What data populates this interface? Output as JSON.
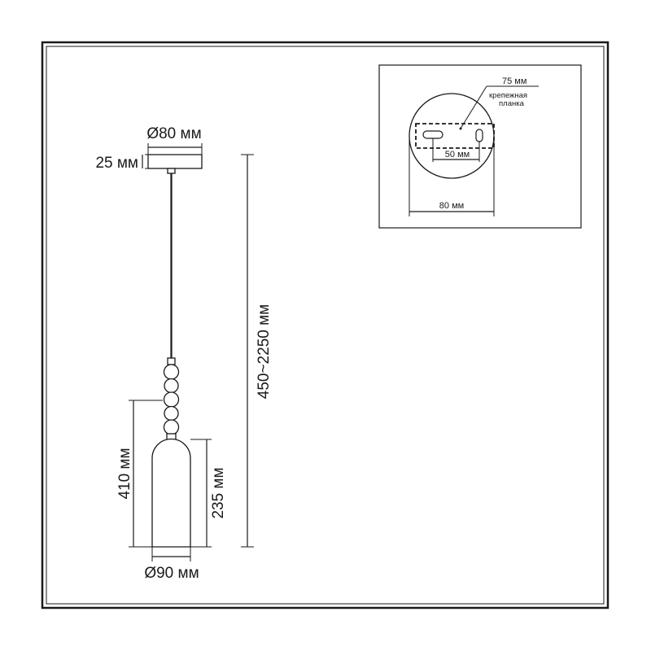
{
  "main_drawing": {
    "canopy_diameter": "Ø80 мм",
    "canopy_height": "25 мм",
    "total_height": "450~2250 мм",
    "shade_with_beads_height": "410 мм",
    "shade_height": "235 мм",
    "shade_diameter": "Ø90 мм"
  },
  "inset": {
    "slot_size": "75 мм",
    "bracket_label_line1": "крепежная",
    "bracket_label_line2": "планка",
    "hole_spacing": "50 мм",
    "base_diameter": "80 мм"
  }
}
